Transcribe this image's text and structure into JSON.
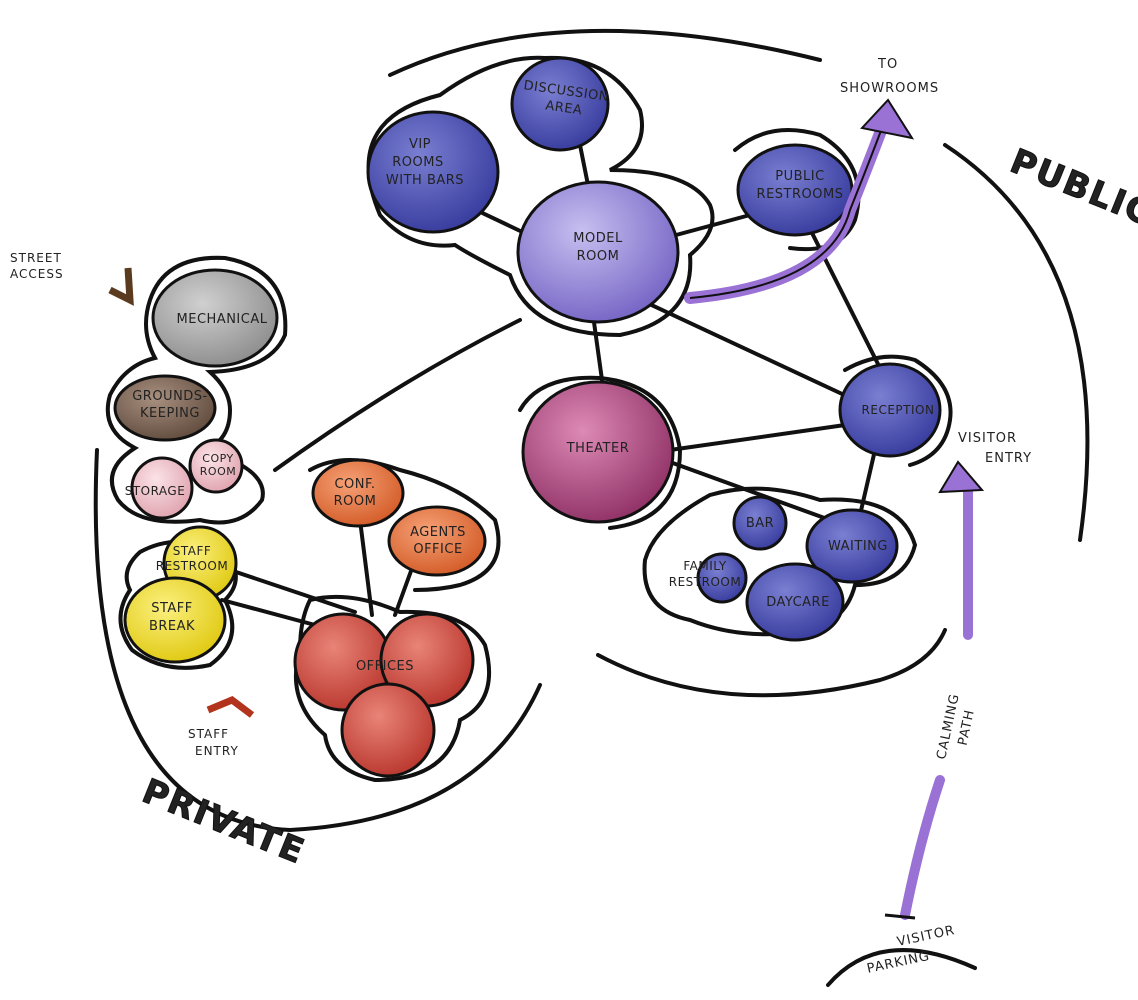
{
  "zones": {
    "public": "PUBLIC",
    "private": "PRIVATE"
  },
  "notes": {
    "to_showrooms": [
      "TO",
      "SHOWROOMS"
    ],
    "street_access": [
      "STREET",
      "ACCESS"
    ],
    "staff_entry": [
      "STAFF",
      "ENTRY"
    ],
    "visitor_entry": [
      "VISITOR",
      "ENTRY"
    ],
    "calming_path": [
      "CALMING",
      "PATH"
    ],
    "visitor_parking": [
      "VISITOR",
      "PARKING"
    ]
  },
  "rooms": {
    "discussion": [
      "DISCUSSION",
      "AREA"
    ],
    "vip": [
      "VIP",
      "ROOMS",
      "WITH BARS"
    ],
    "model": [
      "MODEL",
      "ROOM"
    ],
    "public_restrooms": [
      "PUBLIC",
      "RESTROOMS"
    ],
    "mechanical": [
      "MECHANICAL"
    ],
    "grounds": [
      "GROUNDS-",
      "KEEPING"
    ],
    "copy": [
      "COPY",
      "ROOM"
    ],
    "storage": [
      "STORAGE"
    ],
    "theater": [
      "THEATER"
    ],
    "reception": [
      "RECEPTION"
    ],
    "conf": [
      "CONF.",
      "ROOM"
    ],
    "agents": [
      "AGENTS",
      "OFFICE"
    ],
    "staff_restroom": [
      "STAFF",
      "RESTROOM"
    ],
    "staff_break": [
      "STAFF",
      "BREAK"
    ],
    "offices": [
      "OFFICES"
    ],
    "bar": [
      "BAR"
    ],
    "waiting": [
      "WAITING"
    ],
    "family_restroom": [
      "FAMILY",
      "RESTROOM"
    ],
    "daycare": [
      "DAYCARE"
    ]
  },
  "colors": {
    "blue": "#4b4fb0",
    "violet": "#8f7fd4",
    "purple_arrow": "#9a72d6",
    "magenta": "#b0447e",
    "gray": "#a9a9a9",
    "brown": "#7a6253",
    "pink": "#e9b8c0",
    "orange": "#e8733e",
    "red": "#cf4a3f",
    "yellow": "#f2de2f",
    "private_red": "#cc3a1e",
    "public_purple": "#7a55c8"
  }
}
